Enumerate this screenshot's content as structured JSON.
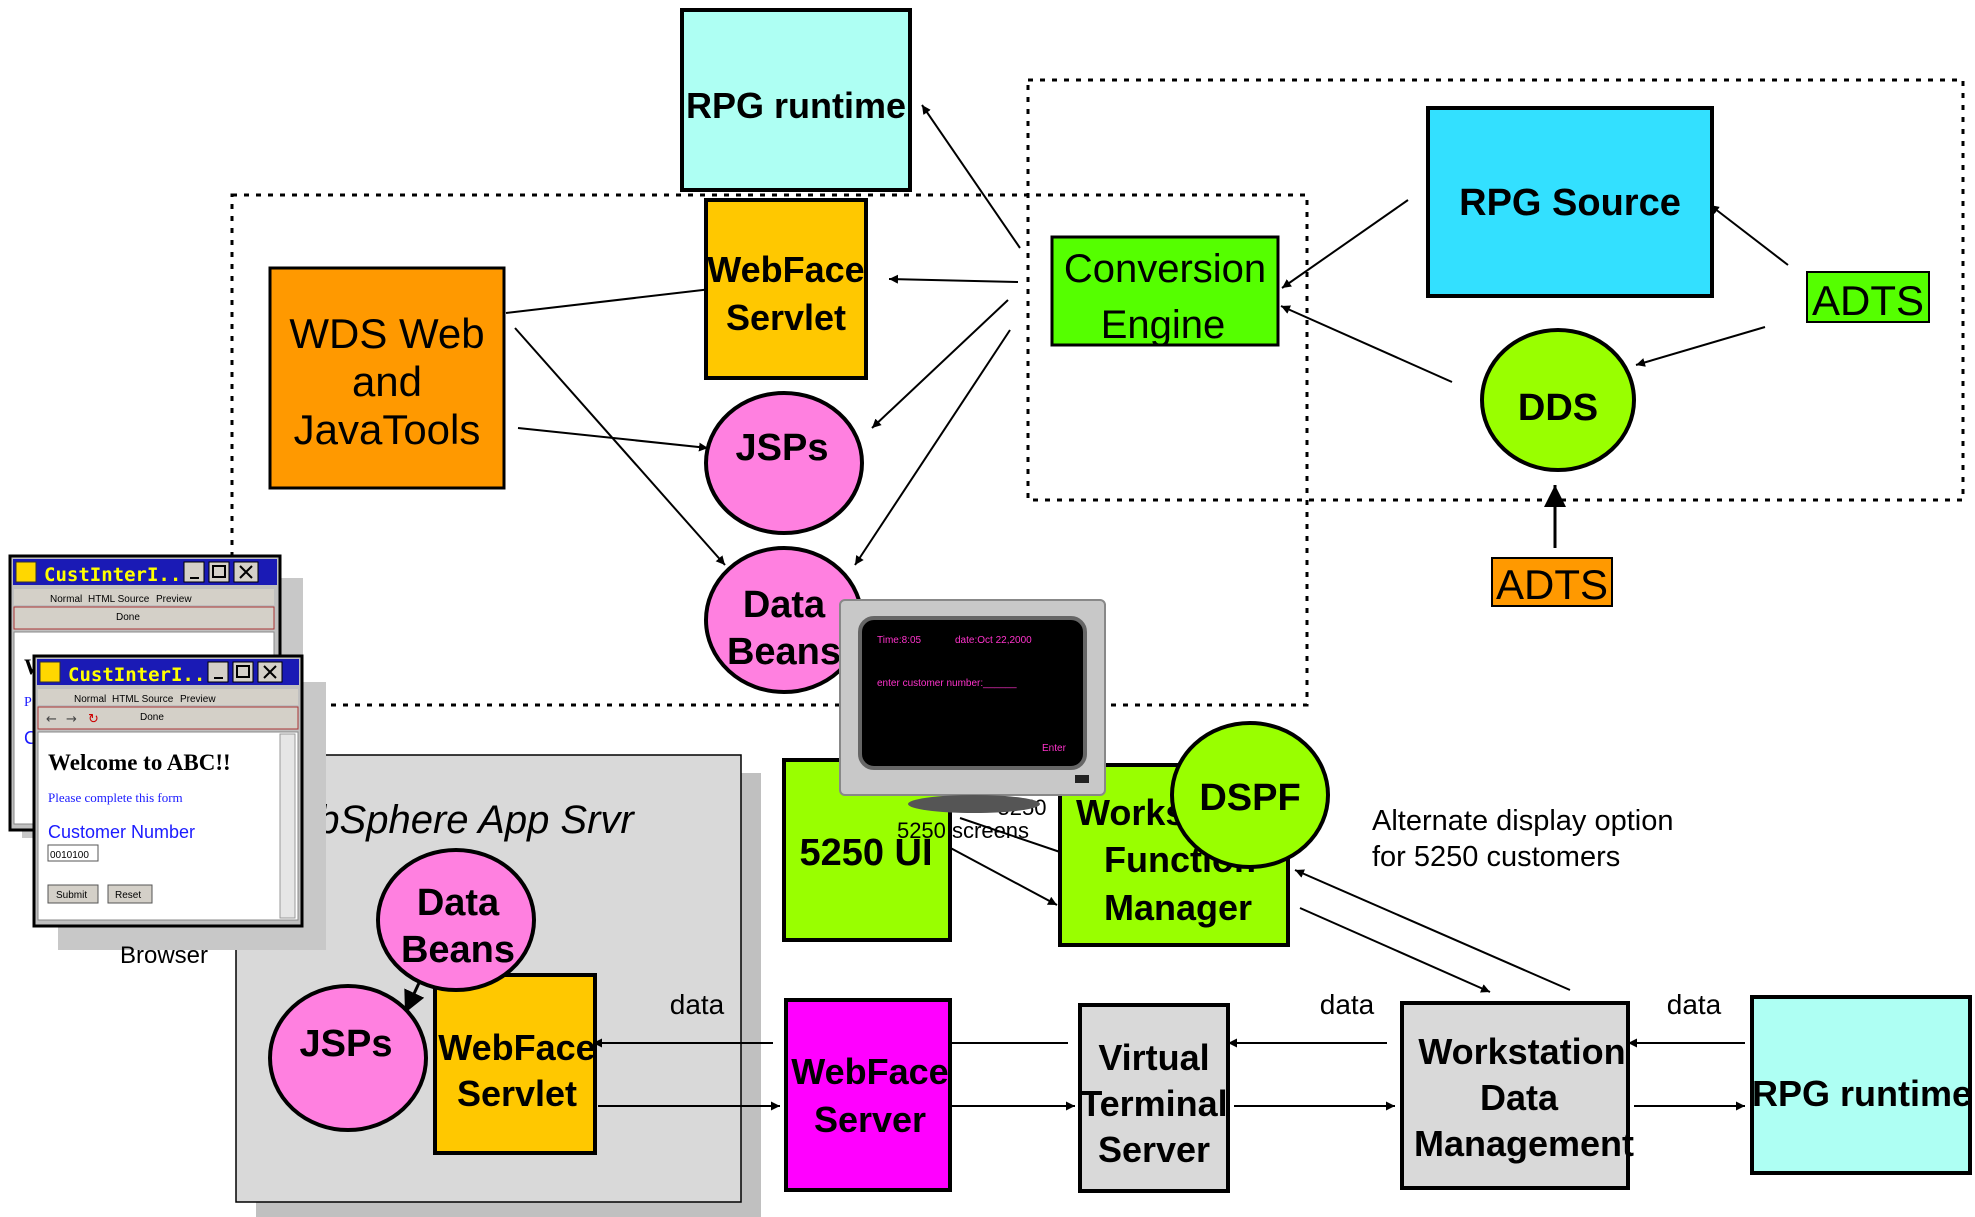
{
  "colors": {
    "rpg_runtime": "#aefff3",
    "webface": "#ffc800",
    "wds": "#ff9900",
    "conversion": "#55ff00",
    "rpg_source": "#33e0ff",
    "adts_green": "#55ff00",
    "adts_orange": "#ff9900",
    "dds": "#99ff00",
    "pink": "#ff80e0",
    "lime": "#99ff00",
    "magenta": "#ff00ff",
    "gray": "#d9d9d9"
  },
  "top": {
    "rpg_runtime": "RPG runtime",
    "webface_servlet": [
      "WebFace",
      "Servlet"
    ],
    "wds": [
      "WDS Web",
      "and",
      "JavaTools"
    ],
    "jsps": "JSPs",
    "data_beans": [
      "Data",
      "Beans"
    ],
    "conversion_engine": [
      "Conversion",
      "Engine"
    ],
    "rpg_source": "RPG Source",
    "adts_top": "ADTS",
    "dds": "DDS",
    "adts_bottom": "ADTS"
  },
  "browser": {
    "window_title": "CustInterI...",
    "tabs": [
      "Normal",
      "HTML Source",
      "Preview"
    ],
    "status": "Done",
    "heading": "Welcome to ABC!!",
    "instruction": "Please complete this form",
    "field_label": "Customer Number",
    "field_value": "0010100",
    "submit_label": "Submit",
    "reset_label": "Reset",
    "caption": "Browser",
    "back_heading_letter": "W",
    "back_side_letters": [
      "P",
      "C"
    ]
  },
  "bottom": {
    "websphere": "WebSphere App Srvr",
    "data_beans": [
      "Data",
      "Beans"
    ],
    "jsps": "JSPs",
    "webface_servlet": [
      "WebFace",
      "Servlet"
    ],
    "webface_server": [
      "WebFace",
      "Server"
    ],
    "virtual_terminal": [
      "Virtual",
      "Terminal",
      "Server"
    ],
    "wdm": [
      "Workstation",
      "Data",
      "Management"
    ],
    "rpg_runtime": "RPG runtime",
    "ui_5250": "5250 UI",
    "wfm": [
      "Works",
      "Function",
      "Manager"
    ],
    "dspf": "DSPF",
    "screens_label": [
      "5250",
      "5250 screens"
    ],
    "data_labels": [
      "data",
      "data",
      "data"
    ],
    "alternate": [
      "Alternate display option",
      "for 5250 customers"
    ]
  },
  "terminal": {
    "time": "Time:8:05",
    "date": "date:Oct 22,2000",
    "prompt": "enter customer number:______",
    "enter": "Enter"
  }
}
